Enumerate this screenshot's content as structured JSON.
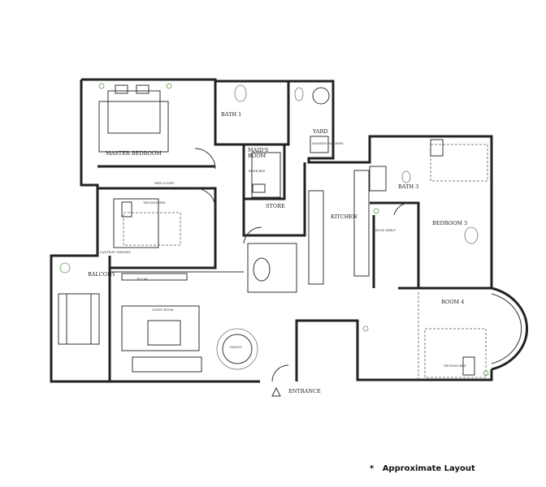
{
  "rooms": {
    "master_bedroom": "MASTER BEDROOM",
    "bath1": "BATH 1",
    "yard": "YARD",
    "washing_machine": "WASHING MACHINE",
    "maids_room": "MAID'S",
    "maids_room_2": "ROOM",
    "bunk_bed": "BUNK BED",
    "store": "STORE",
    "her_closet": "HER CLOSET",
    "trundle_bed": "TRUNDLE BED",
    "cantilev_shelves": "CANTILEV SHELVES",
    "balcony": "BALCONY",
    "tv_cab": "TV CAB",
    "living_room": "LIVING ROOM",
    "dining": "DINING",
    "entrance": "ENTRANCE",
    "kitchen": "KITCHEN",
    "bath3": "BATH 3",
    "bedroom3": "BEDROOM 3",
    "book_shelf": "BOOK SHELF",
    "room4": "ROOM 4",
    "trundle_bed_2": "TRUNDLE BED"
  },
  "note": {
    "asterisk": "*",
    "text": "Approximate Layout"
  },
  "colors": {
    "walls": "#222222",
    "plants": "#5a9a4a"
  }
}
